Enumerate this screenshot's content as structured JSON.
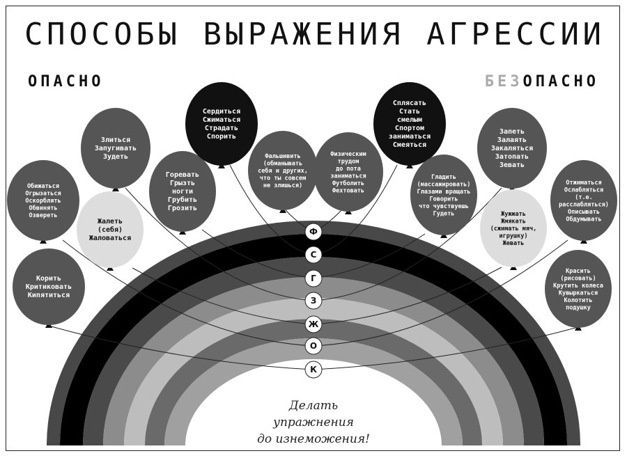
{
  "title": "СПОСОБЫ ВЫРАЖЕНИЯ АГРЕССИИ",
  "left_label": "ОПАСНО",
  "right_label_prefix": "БЕЗ",
  "right_label_main": "ОПАСНО",
  "colors": {
    "prefix_gray": "#aaaaaa",
    "balloon_dark": "#111111",
    "balloon_mid": "#555555",
    "balloon_light": "#dddddd"
  },
  "band_letters": [
    "Ф",
    "С",
    "Г",
    "З",
    "Ж",
    "О",
    "К"
  ],
  "balloons": [
    {
      "id": "b1",
      "lines": [
        "Корить",
        "Критиковать",
        "Кипятиться"
      ]
    },
    {
      "id": "b2",
      "lines": [
        "Обижаться",
        "Огрызаться",
        "Оскорблять",
        "Обвинять",
        "Озвереть"
      ]
    },
    {
      "id": "b3",
      "lines": [
        "Жалеть",
        "(себя)",
        "Жаловаться"
      ]
    },
    {
      "id": "b4",
      "lines": [
        "Злиться",
        "Запугивать",
        "Зудеть"
      ]
    },
    {
      "id": "b5",
      "lines": [
        "Горевать",
        "Грызть",
        "ногти",
        "Грубить",
        "Грозить"
      ]
    },
    {
      "id": "b6",
      "lines": [
        "Сердиться",
        "Сжиматься",
        "Страдать",
        "Спорить"
      ]
    },
    {
      "id": "b7",
      "lines": [
        "Фальшивить",
        "(обманывать",
        "себя и других,",
        "что ты совсем",
        "не злишься)"
      ]
    },
    {
      "id": "b8",
      "lines": [
        "Физическим",
        "трудом",
        "до пота",
        "заниматься",
        "Футболить",
        "Фехтовать"
      ]
    },
    {
      "id": "b9",
      "lines": [
        "Сплясать",
        "Стать",
        "смелым",
        "Спортом",
        "заниматься",
        "Смеяться"
      ]
    },
    {
      "id": "b10",
      "lines": [
        "Гладить",
        "(массажировать)",
        "Глазами вращать",
        "Говорить",
        "что чувствуешь",
        "Гудеть"
      ]
    },
    {
      "id": "b11",
      "lines": [
        "Запеть",
        "Залаять",
        "Закаляться",
        "Затопать",
        "Зевать"
      ]
    },
    {
      "id": "b12",
      "lines": [
        "Жужжать",
        "Жмякать",
        "(сжимать мяч,",
        "игрушку)",
        "Жевать"
      ]
    },
    {
      "id": "b13",
      "lines": [
        "Отжиматься",
        "Ослабляться",
        "(т.е.",
        "расслабляться)",
        "Описывать",
        "Обдумывать"
      ]
    },
    {
      "id": "b14",
      "lines": [
        "Красить",
        "(рисовать)",
        "Крутить колеса",
        "Кувыркаться",
        "Колотить",
        "подушку"
      ]
    }
  ],
  "center_text": [
    "Делать",
    "упражнения",
    "до изнеможения!"
  ]
}
